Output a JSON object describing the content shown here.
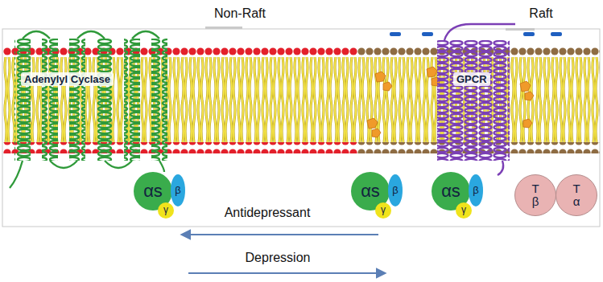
{
  "diagram": {
    "nodes": [
      {
        "text": [
          "Adenylyl Cyclase"
        ]
      },
      {
        "text": [
          "αs"
        ]
      },
      {
        "text": [
          "β"
        ]
      },
      {
        "text": [
          "γ"
        ]
      },
      {
        "text": [
          "αs"
        ]
      },
      {
        "text": [
          "β"
        ]
      },
      {
        "text": [
          "γ"
        ]
      },
      {
        "text": [
          "GPCR"
        ]
      },
      {
        "text": [
          "αs"
        ]
      },
      {
        "text": [
          "β"
        ]
      },
      {
        "text": [
          "γ"
        ]
      },
      {
        "text": [
          "T β"
        ]
      },
      {
        "text": [
          "T α"
        ]
      }
    ],
    "labels": [
      "Non-Raft",
      "Raft",
      "Antidepressant",
      "Depression"
    ]
  }
}
